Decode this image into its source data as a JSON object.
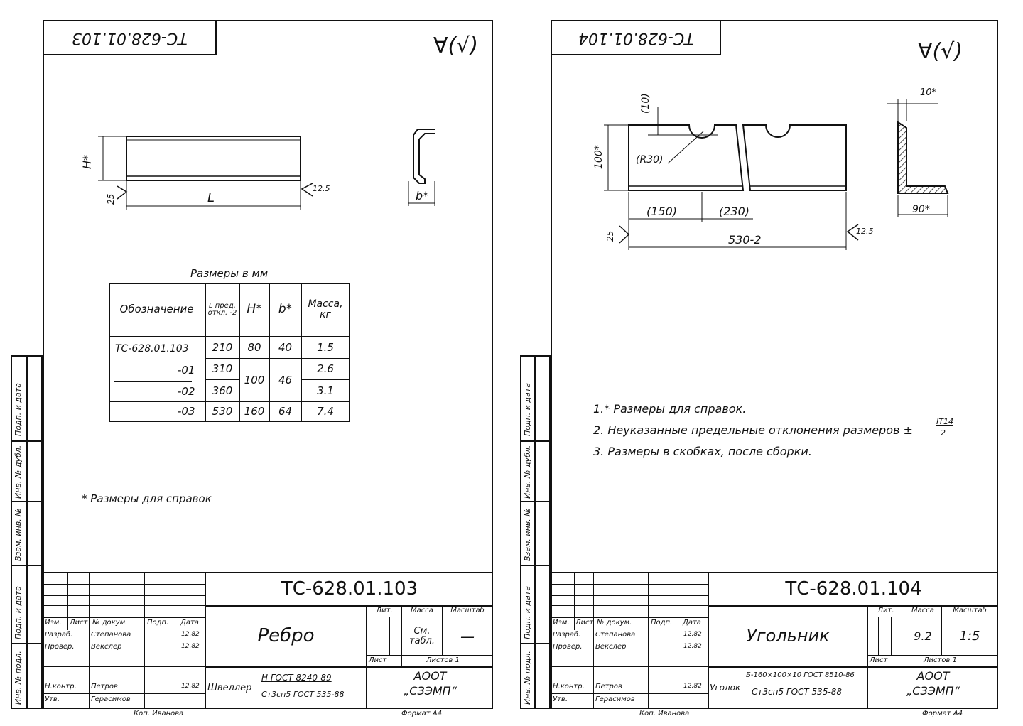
{
  "left_sheet": {
    "stamp_code": "ТС-628.01.103",
    "roughness": "∀(√)",
    "dim_h": "H*",
    "dim_l": "L",
    "dim_b": "b*",
    "rough_edge": "25",
    "rough_right": "12.5",
    "table_caption": "Размеры в мм",
    "table_headers": [
      "Обозначение",
      "L пред. откл. -2",
      "H*",
      "b*",
      "Масса, кг"
    ],
    "table_rows": [
      {
        "code": "ТС-628.01.103",
        "l": "210",
        "h": "80",
        "b": "40",
        "mass": "1.5"
      },
      {
        "code": "-01",
        "l": "310",
        "h": "100",
        "b": "46",
        "mass": "2.6"
      },
      {
        "code": "-02",
        "l": "360",
        "h": "",
        "b": "",
        "mass": "3.1"
      },
      {
        "code": "-03",
        "l": "530",
        "h": "160",
        "b": "64",
        "mass": "7.4"
      }
    ],
    "footnote": "* Размеры для справок",
    "title_block": {
      "designation": "ТС-628.01.103",
      "name": "Ребро",
      "col_headers": [
        "Изм.",
        "Лист",
        "№ докум.",
        "Подп.",
        "Дата"
      ],
      "roles": [
        "Разраб.",
        "Провер.",
        "Н.контр.",
        "Утв."
      ],
      "people": [
        "Степанова",
        "Векслер",
        "Петров",
        "Герасимов"
      ],
      "dates": [
        "12.82",
        "12.82",
        "12.82",
        ""
      ],
      "lit_label": "Лит.",
      "mass_label": "Масса",
      "scale_label": "Масштаб",
      "mass_value": "См. табл.",
      "scale_value": "—",
      "sheet_label": "Лист",
      "sheets_label": "Листов 1",
      "material_kind": "Швеллер",
      "material_top": "Н ГОСТ 8240-89",
      "material_bottom": "Ст3сп5 ГОСТ 535-88",
      "org_line1": "АООТ",
      "org_line2": "„СЗЭМП“",
      "copied": "Коп. Иванова",
      "format": "Формат А4"
    }
  },
  "right_sheet": {
    "stamp_code": "ТС-628.01.104",
    "roughness": "∀(√)",
    "dim_10_top": "(10)",
    "dim_100": "100*",
    "dim_r30": "(R30)",
    "dim_150": "(150)",
    "dim_230": "(230)",
    "dim_530": "530-2",
    "dim_10_section": "10*",
    "dim_90": "90*",
    "rough_edge": "25",
    "rough_right": "12.5",
    "notes": [
      "1.* Размеры для справок.",
      "2. Неуказанные предельные отклонения размеров ±",
      "3. Размеры в скобках, после сборки."
    ],
    "tolerance_fraction_top": "IT14",
    "tolerance_fraction_bottom": "2",
    "title_block": {
      "designation": "ТС-628.01.104",
      "name": "Угольник",
      "col_headers": [
        "Изм.",
        "Лист",
        "№ докум.",
        "Подп.",
        "Дата"
      ],
      "roles": [
        "Разраб.",
        "Провер.",
        "Н.контр.",
        "Утв."
      ],
      "people": [
        "Степанова",
        "Векслер",
        "Петров",
        "Герасимов"
      ],
      "dates": [
        "12.82",
        "12.82",
        "12.82",
        ""
      ],
      "lit_label": "Лит.",
      "mass_label": "Масса",
      "scale_label": "Масштаб",
      "mass_value": "9.2",
      "scale_value": "1:5",
      "sheet_label": "Лист",
      "sheets_label": "Листов 1",
      "material_kind": "Уголок",
      "material_top": "Б-160×100×10 ГОСТ 8510-86",
      "material_bottom": "Ст3сп5 ГОСТ 535-88",
      "org_line1": "АООТ",
      "org_line2": "„СЗЭМП“",
      "copied": "Коп. Иванова",
      "format": "Формат А4"
    }
  },
  "side_strip_labels": [
    "Подп. и дата",
    "Инв. № дубл.",
    "Взам. инв. №",
    "Подп. и дата",
    "Инв. № подл."
  ]
}
